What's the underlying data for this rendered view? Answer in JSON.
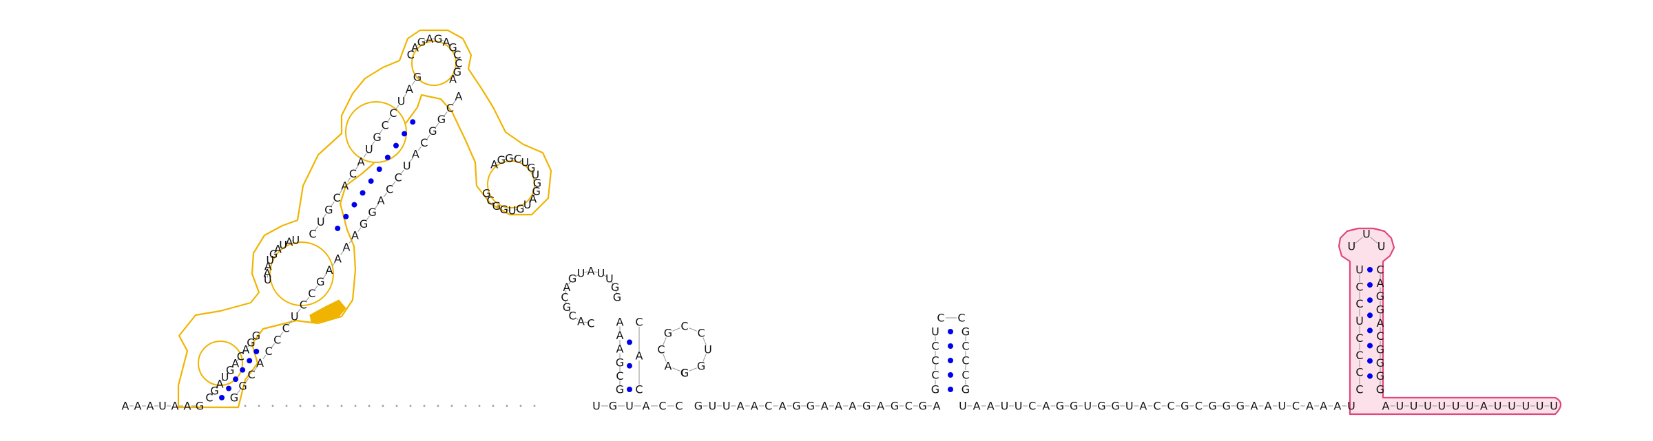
{
  "colors": {
    "background": "#ffffff",
    "base_text": "#111111",
    "pair_dot": "#0000ee",
    "backbone_link": "#9a9a9a",
    "domain_1_outline": "#f0b400",
    "domain_1_fill": "#ffffff",
    "domain_1_highlight": "#f0b400",
    "domain_2_outline": "#e0457b",
    "domain_2_fill": "#fde1ea"
  },
  "sequence": {
    "leader": "AAAUAAG",
    "domain_1_stem_5prime": "CGAUGACAGG",
    "domain_1_internal_loop": "UAAUGAUAU",
    "domain_1_upper_5prime": "CUGCACAUGCCUAG",
    "domain_1_top_loop": "CAGAGAGCCGA",
    "domain_1_side_loop": "AGGCUGUGGAUGUGGCG",
    "domain_1_upper_3prime": "ACGGCAUCCAGGAAAAGCCUCCCACGG",
    "dotted_linker_count": 22,
    "middle": "UGUACC",
    "middle_2": "GUUAACAGGAAAGAGCGA",
    "hairpin_a_5prime": "GCGAAACACGCAGUAUUGG",
    "hairpin_a_3prime": "CAC",
    "hairpin_b": "CACGCCUGG",
    "hairpin_c": "GCCCUCCGCCCG",
    "spacer": "UAAUUCAGGUGGUACCGCGGGAAUCAAAU",
    "terminator_stem_5prime": "CCCCUCCUUUU",
    "terminator_stem_3prime": "CAGGACGGGG",
    "tail": "AUUUUUUAUUUUU"
  }
}
